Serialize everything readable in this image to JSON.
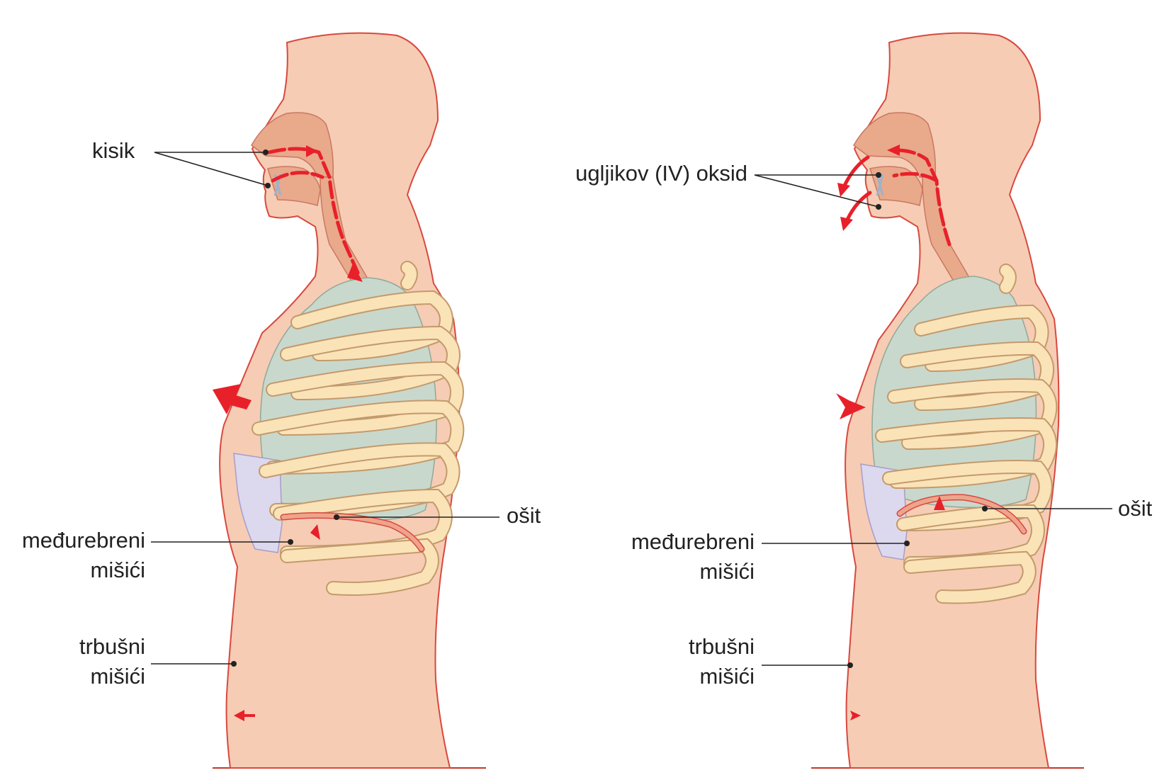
{
  "inhalation_panel": {
    "labels": {
      "oxygen": "kisik",
      "diaphragm": "ošit",
      "intercostal_line1": "međurebreni",
      "intercostal_line2": "mišići",
      "abdominal_line1": "trbušni",
      "abdominal_line2": "mišići"
    }
  },
  "exhalation_panel": {
    "labels": {
      "carbon_dioxide": "ugljikov (IV) oksid",
      "diaphragm": "ošit",
      "intercostal_line1": "međurebreni",
      "intercostal_line2": "mišići",
      "abdominal_line1": "trbušni",
      "abdominal_line2": "mišići"
    }
  },
  "colors": {
    "skin": "#f6ccb4",
    "outline": "#d9483e",
    "lungs": "#c9d8cc",
    "ribs": "#fbe3b8",
    "cartilage": "#dcd8ee",
    "arrows": "#e8202a"
  }
}
